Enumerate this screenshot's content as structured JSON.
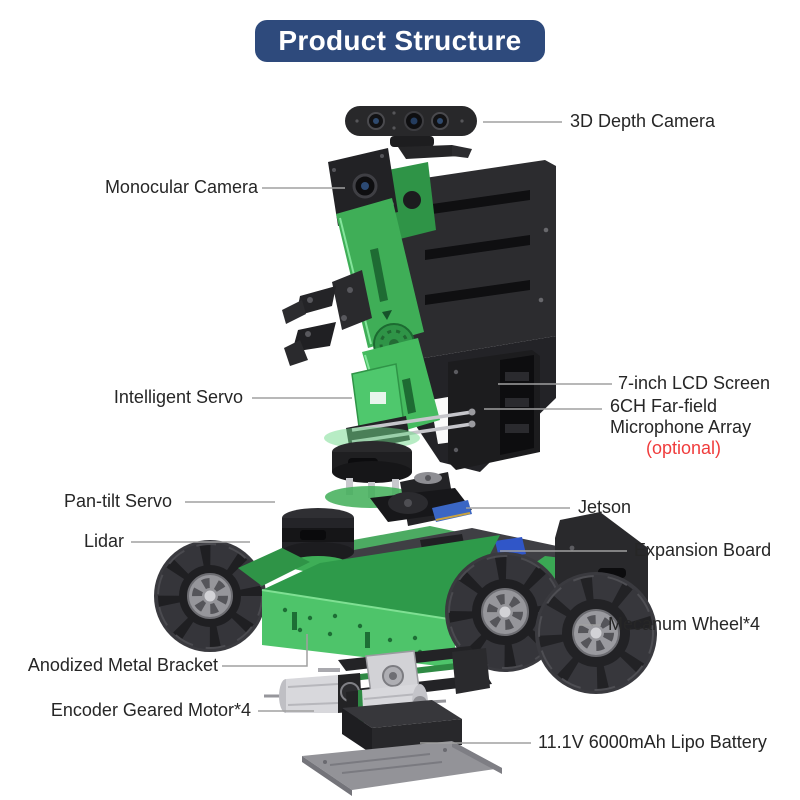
{
  "title": {
    "text": "Product Structure"
  },
  "colors": {
    "banner_bg": "#2E4A7C",
    "banner_text": "#FFFFFF",
    "label_text": "#262626",
    "optional_red": "#F03C3C",
    "leader_line": "#A0A0A0",
    "robot_green": "#3EAE57",
    "robot_green_light": "#4EC46A",
    "robot_black": "#232326",
    "metal_silver": "#D6D6DA",
    "jetson_blue": "#3A66C4"
  },
  "labels": {
    "depth_camera": "3D Depth Camera",
    "monocular_camera": "Monocular Camera",
    "intelligent_servo": "Intelligent Servo",
    "lcd_screen": "7-inch LCD Screen",
    "mic_array_line1": "6CH Far-field",
    "mic_array_line2": "Microphone Array",
    "mic_array_note": "(optional)",
    "pan_tilt_servo": "Pan-tilt Servo",
    "jetson": "Jetson",
    "lidar": "Lidar",
    "expansion_board": "Expansion Board",
    "mecanum_wheel": "Mecanum Wheel*4",
    "anodized_bracket": "Anodized Metal Bracket",
    "encoder_motor": "Encoder Geared Motor*4",
    "battery": "11.1V 6000mAh Lipo Battery"
  },
  "illustration": {
    "parts": [
      "3d-depth-camera",
      "camera-mount",
      "frame-tower",
      "lcd-screen-panel",
      "monocular-camera-plate",
      "robot-arm",
      "gripper",
      "intelligent-servo-block",
      "microphone-array-ring",
      "pan-tilt-servo-box",
      "jetson-module",
      "expansion-deck",
      "lidar-cylinder",
      "green-chassis",
      "rear-bracket",
      "mecanum-wheel-left",
      "mecanum-wheel-right-rear",
      "mecanum-wheel-right-front",
      "motor-mount-assembly",
      "encoder-motor-a",
      "encoder-motor-b",
      "lipo-battery",
      "battery-tray"
    ]
  }
}
